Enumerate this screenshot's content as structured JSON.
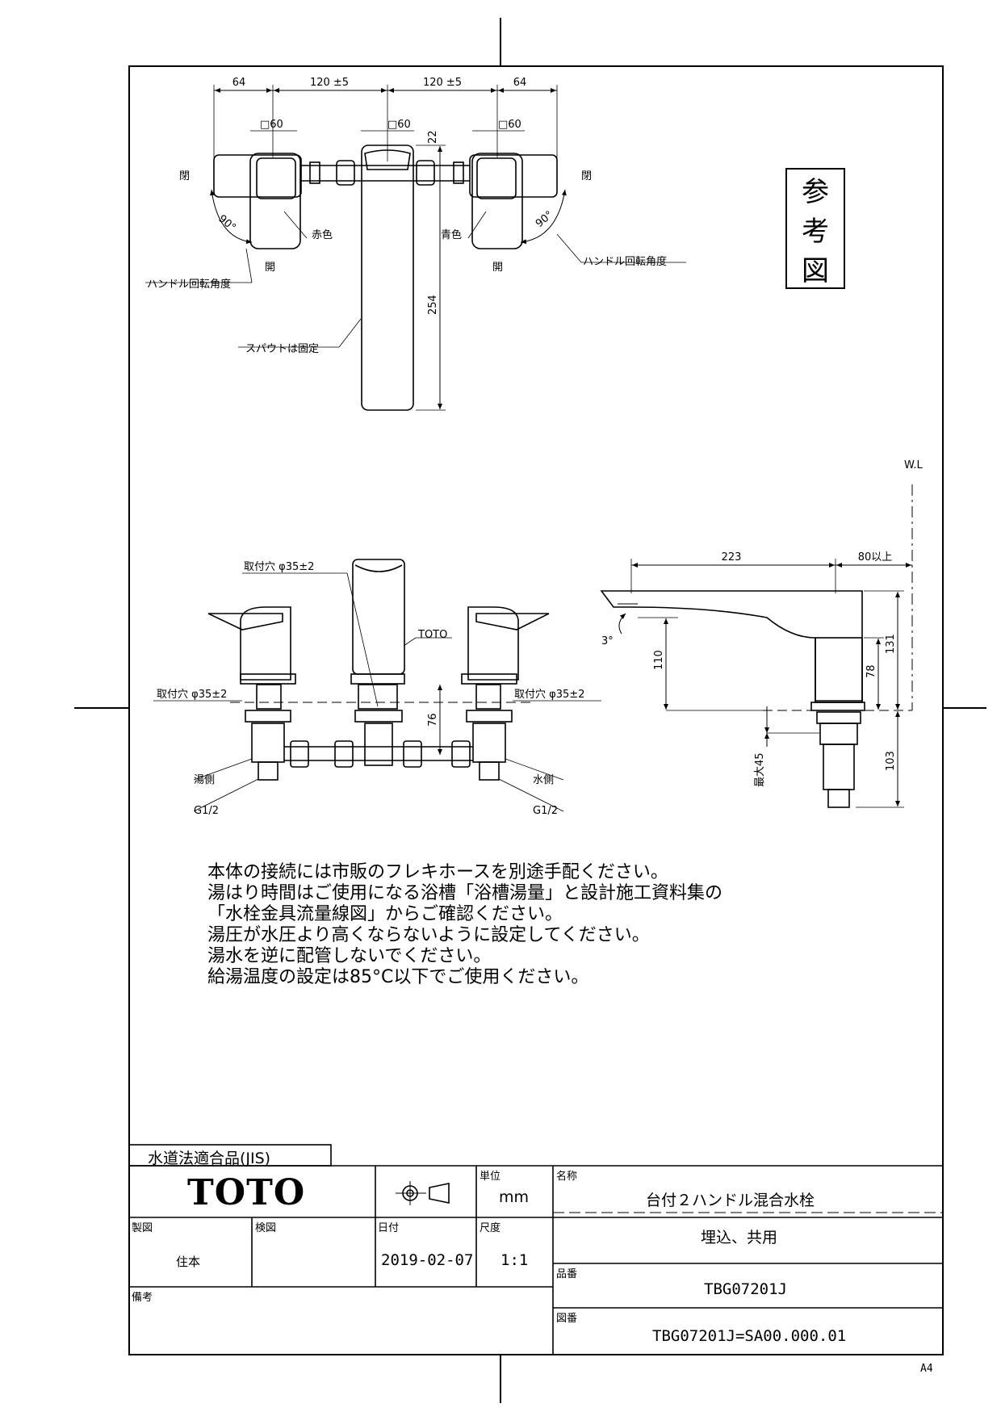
{
  "reference_mark": [
    "参",
    "考",
    "図"
  ],
  "top_view": {
    "dims": [
      "64",
      "120 ±5",
      "120 ±5",
      "64"
    ],
    "squares": [
      "□60",
      "□60",
      "□60"
    ],
    "dim_22": "22",
    "dim_254": "254",
    "closed": "閉",
    "open": "開",
    "angle": "90°",
    "red": "赤色",
    "blue": "青色",
    "handle_rotation": "ハンドル回転角度",
    "spout_fixed": "スパウトは固定"
  },
  "front_view": {
    "mount_hole": "取付穴 φ35±2",
    "toto": "TOTO",
    "dim_76": "76",
    "hot_side": "湯側",
    "cold_side": "水側",
    "thread": "G1/2"
  },
  "side_view": {
    "wl": "W.L",
    "dim_223": "223",
    "dim_80": "80以上",
    "angle": "3°",
    "dim_110": "110",
    "dim_131": "131",
    "dim_78": "78",
    "dim_103": "103",
    "max45": "最大45"
  },
  "notes": [
    "本体の接続には市販のフレキホースを別途手配ください。",
    "湯はり時間はご使用になる浴槽「浴槽湯量」と設計施工資料集の",
    "「水栓金具流量線図」からご確認ください。",
    "湯圧が水圧より高くならないように設定してください。",
    "湯水を逆に配管しないでください。",
    "給湯温度の設定は85°C以下でご使用ください。"
  ],
  "title_block": {
    "compliance": "水道法適合品(JIS)",
    "logo": "TOTO",
    "unit_label": "単位",
    "unit": "mm",
    "name_label": "名称",
    "name": "台付２ハンドル混合水栓",
    "subname": "埋込、共用",
    "drawn_label": "製図",
    "drawn_by": "住本",
    "checked_label": "検図",
    "date_label": "日付",
    "date": "2019-02-07",
    "scale_label": "尺度",
    "scale": "1:1",
    "part_label": "品番",
    "part_no": "TBG07201J",
    "remarks_label": "備考",
    "drawing_label": "図番",
    "drawing_no": "TBG07201J=SA00.000.01",
    "paper": "A4"
  }
}
